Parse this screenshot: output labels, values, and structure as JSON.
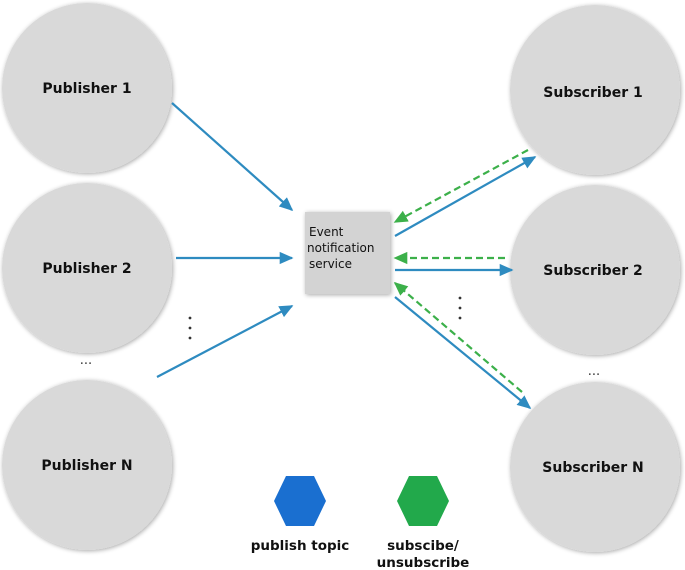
{
  "publishers": [
    {
      "label": "Publisher 1"
    },
    {
      "label": "Publisher 2"
    },
    {
      "label": "Publisher N"
    }
  ],
  "subscribers": [
    {
      "label": "Subscriber 1"
    },
    {
      "label": "Subscriber 2"
    },
    {
      "label": "Subscriber N"
    }
  ],
  "service": {
    "lines": [
      "Event",
      "notification",
      "service"
    ]
  },
  "ellipsis": "...",
  "legend": {
    "publish": {
      "label": "publish topic",
      "color": "#1a6fd0"
    },
    "subscribe": {
      "lines": [
        "subscibe/",
        "unsubscribe"
      ],
      "color": "#22a94b"
    }
  },
  "colors": {
    "node": "#d9d9d9",
    "service_box": "#d3d3d3",
    "publish_arrow": "#2e8bc0",
    "subscribe_arrow": "#3cb04a"
  }
}
